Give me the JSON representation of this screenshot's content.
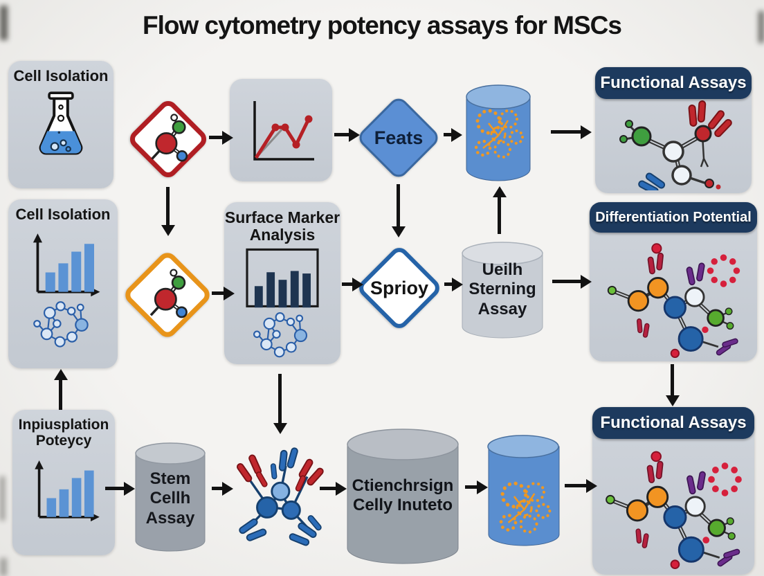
{
  "title": "Flow cytometry potency assays for MSCs",
  "colors": {
    "background": "#f2f1ef",
    "panel_fill": "#cbd0d7",
    "header_navy": "#1d3a5e",
    "diamond_red": "#b01e23",
    "diamond_orange": "#e8941a",
    "diamond_blue_fill": "#5b8fd4",
    "diamond_blue_border": "#2563a8",
    "cylinder_blue": "#5a8ecf",
    "cylinder_gray": "#9aa1aa",
    "cylinder_light_gray": "#c8cdd4",
    "bar_blue": "#5b93d4",
    "bar_navy": "#1e3450",
    "chart_line_red": "#b52025",
    "molecule_red": "#c0272d",
    "molecule_green": "#3f9e3f",
    "molecule_orange": "#f29422",
    "molecule_navy": "#2563a8",
    "molecule_purple": "#6b2d8b",
    "dot_red": "#d6203c",
    "arrow_color": "#121212"
  },
  "icons": {
    "flask": "flask-icon",
    "molecule": "molecule-icon",
    "line_chart": "line-chart-icon",
    "bar_chart": "bar-chart-icon",
    "framed_bar_chart": "framed-bar-chart-icon",
    "molecule_ring": "molecule-ring-icon",
    "orange_network": "orange-network-icon",
    "antibody_cluster": "antibody-cluster-icon",
    "antibody_molecule": "antibody-molecule-icon"
  },
  "nodes": {
    "r1_cell_isolation": {
      "label": "Cell Isolation"
    },
    "r1_feats": {
      "label": "Feats"
    },
    "r1_functional_assays": {
      "label": "Functional Assays"
    },
    "r2_cell_isolation": {
      "label": "Cell Isolation"
    },
    "r2_surface_marker": {
      "label": "Surface Marker\nAnalysis"
    },
    "r2_sprioy": {
      "label": "Sprioy"
    },
    "r2_sterning": {
      "label": "Ueilh\nSterning\nAssay"
    },
    "r2_differentiation": {
      "label": "Differentiation Potential"
    },
    "r3_potency": {
      "label": "Inpiusplation\nPoteycy"
    },
    "r3_stem_cell": {
      "label": "Stem\nCellh\nAssay"
    },
    "r3_chamber": {
      "label": "Ctienchrsign\nCelly Inuteto"
    },
    "r3_functional_assays": {
      "label": "Functional Assays"
    }
  }
}
